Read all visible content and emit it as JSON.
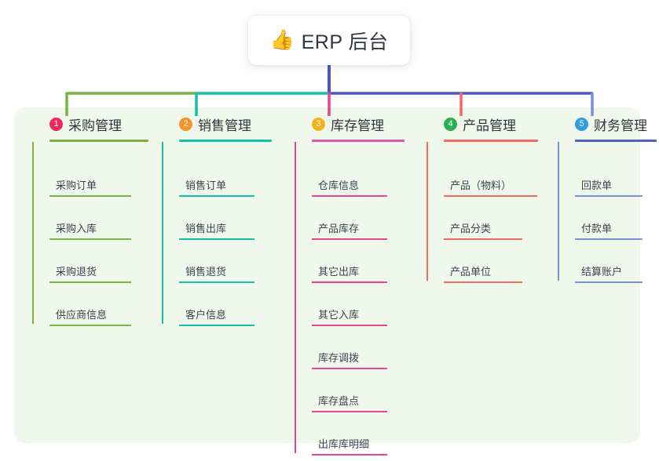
{
  "root": {
    "icon": "thumbs-up-icon",
    "icon_glyph": "👍",
    "title": "ERP 后台"
  },
  "palette": {
    "panel_bg": "#eff8ea",
    "page_bg": "#ffffff",
    "trunk": "#4a56c8",
    "green": "#7cb342",
    "teal": "#16bfa8",
    "pink": "#e8448f",
    "red": "#f4695f",
    "blue": "#7a90d8"
  },
  "columns": [
    {
      "index": "1",
      "title": "采购管理",
      "badge_color": "#f0285c",
      "line_color": "#7cb342",
      "underline_color": "#7cb342",
      "items": [
        "采购订单",
        "采购入库",
        "采购退货",
        "供应商信息"
      ]
    },
    {
      "index": "2",
      "title": "销售管理",
      "badge_color": "#f2952e",
      "line_color": "#16bfa8",
      "underline_color": "#16bfa8",
      "items": [
        "销售订单",
        "销售出库",
        "销售退货",
        "客户信息"
      ]
    },
    {
      "index": "3",
      "title": "库存管理",
      "badge_color": "#f5b217",
      "line_color": "#e8448f",
      "underline_color": "#e058b0",
      "items": [
        "仓库信息",
        "产品库存",
        "其它出库",
        "其它入库",
        "库存调拨",
        "库存盘点",
        "出库库明细"
      ]
    },
    {
      "index": "4",
      "title": "产品管理",
      "badge_color": "#28b052",
      "line_color": "#f4695f",
      "underline_color": "#f4695f",
      "items": [
        "产品（物料）",
        "产品分类",
        "产品单位"
      ]
    },
    {
      "index": "5",
      "title": "财务管理",
      "badge_color": "#2f9ee0",
      "line_color": "#7a90d8",
      "underline_color": "#4a64c4",
      "items": [
        "回款单",
        "付款单",
        "结算账户"
      ]
    }
  ]
}
